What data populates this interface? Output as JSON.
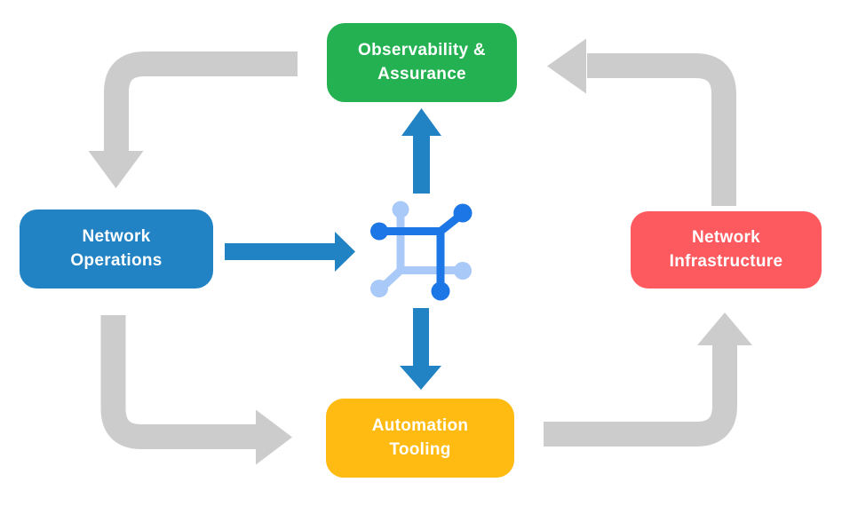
{
  "diagram": {
    "type": "cycle-diagram",
    "background": "#ffffff",
    "nodes": {
      "top": {
        "label": "Observability & Assurance",
        "line1": "Observability &",
        "line2": "Assurance",
        "color": "#23b152"
      },
      "left": {
        "label": "Network Operations",
        "line1": "Network",
        "line2": "Operations",
        "color": "#2182c4"
      },
      "right": {
        "label": "Network Infrastructure",
        "line1": "Network",
        "line2": "Infrastructure",
        "color": "#fc5a5f"
      },
      "bottom": {
        "label": "Automation Tooling",
        "line1": "Automation",
        "line2": "Tooling",
        "color": "#ffbb12"
      }
    },
    "center_icon": {
      "name": "network-mesh-icon",
      "color_dark": "#1c76e6",
      "color_light": "#a9c9f8"
    },
    "arrows": {
      "gray_color": "#cccccc",
      "blue_color": "#2182c4",
      "gray_cycle": [
        "observability-assurance-to-network-operations",
        "network-operations-to-automation-tooling",
        "automation-tooling-to-network-infrastructure",
        "network-infrastructure-to-observability-assurance"
      ],
      "blue_arrows": [
        "network-operations-to-center-icon",
        "center-icon-to-observability-assurance",
        "center-icon-to-automation-tooling"
      ]
    }
  }
}
